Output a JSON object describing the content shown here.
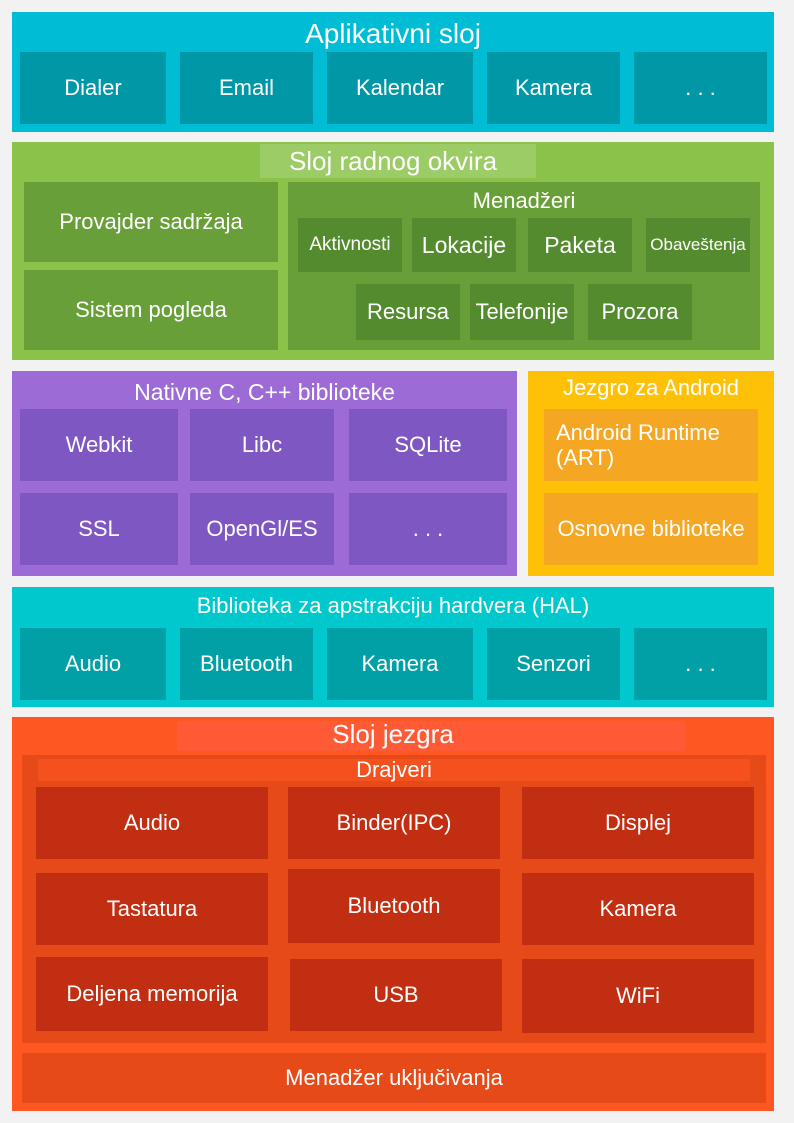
{
  "app_layer": {
    "title": "Aplikativni sloj",
    "items": [
      "Dialer",
      "Email",
      "Kalendar",
      "Kamera",
      ". . ."
    ]
  },
  "framework_layer": {
    "title": "Sloj radnog okvira",
    "content_provider": "Provajder sadržaja",
    "view_system": "Sistem pogleda",
    "managers": {
      "title": "Menadžeri",
      "row1": [
        "Aktivnosti",
        "Lokacije",
        "Paketa",
        "Obaveštenja"
      ],
      "row2": [
        "Resursa",
        "Telefonije",
        "Prozora"
      ]
    }
  },
  "native_libs": {
    "title": "Nativne C, C++ biblioteke",
    "items": [
      "Webkit",
      "Libc",
      "SQLite",
      "SSL",
      "OpenGl/ES",
      ". . ."
    ]
  },
  "android_runtime": {
    "title": "Jezgro za Android",
    "runtime": "Android Runtime (ART)",
    "core_libs": "Osnovne biblioteke"
  },
  "hal": {
    "title": "Biblioteka za apstrakciju hardvera (HAL)",
    "items": [
      "Audio",
      "Bluetooth",
      "Kamera",
      "Senzori",
      ". . ."
    ]
  },
  "kernel": {
    "title": "Sloj jezgra",
    "drivers_title": "Drajveri",
    "drivers": [
      "Audio",
      "Binder(IPC)",
      "Displej",
      "Tastatura",
      "Bluetooth",
      "Kamera",
      "Deljena memorija",
      "USB",
      "WiFi"
    ],
    "power": "Menadžer uključivanja"
  }
}
